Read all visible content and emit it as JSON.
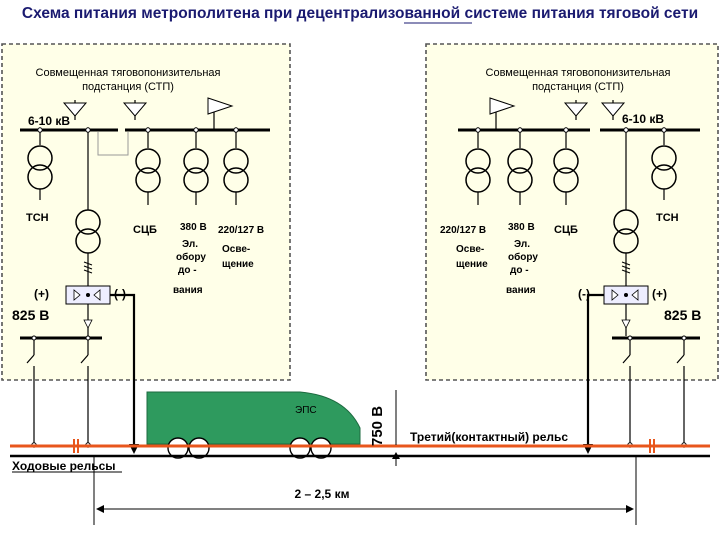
{
  "title": "Схема питания метрополитена при децентрализованной системе питания тяговой сети",
  "left_station": {
    "name_line1": "Совмещенная тяговопонизительная",
    "name_line2": "подстанция (СТП)",
    "voltage_hv": "6-10 кВ",
    "tsn": "ТСН",
    "scb": "СЦБ",
    "v380": "380 В",
    "v220": "220/127 В",
    "equip_l1": "Эл.",
    "equip_l2": "обору",
    "equip_l3": "до -",
    "equip_l4": "вания",
    "light_l1": "Осве-",
    "light_l2": "щение",
    "plus": "(+)",
    "minus": "(-)",
    "dc_voltage": "825 В"
  },
  "right_station": {
    "name_line1": "Совмещенная тяговопонизительная",
    "name_line2": "подстанция (СТП)",
    "voltage_hv": "6-10 кВ",
    "tsn": "ТСН",
    "scb": "СЦБ",
    "v380": "380 В",
    "v220": "220/127 В",
    "equip_l1": "Эл.",
    "equip_l2": "обору",
    "equip_l3": "до -",
    "equip_l4": "вания",
    "light_l1": "Осве-",
    "light_l2": "щение",
    "plus": "(+)",
    "minus": "(-)",
    "dc_voltage": "825 В"
  },
  "train_label": "ЭПС",
  "third_rail_label": "Третий(контактный) рельс",
  "running_rails_label": "Ходовые рельсы",
  "voltage_750": "750 В",
  "distance": "2 – 2,5 км",
  "colors": {
    "title": "#1a1a70",
    "station_border": "#555555",
    "station_fill": "#ffffe8",
    "rail": "#e8561c",
    "train": "#2e9a5e",
    "line": "#000000"
  }
}
